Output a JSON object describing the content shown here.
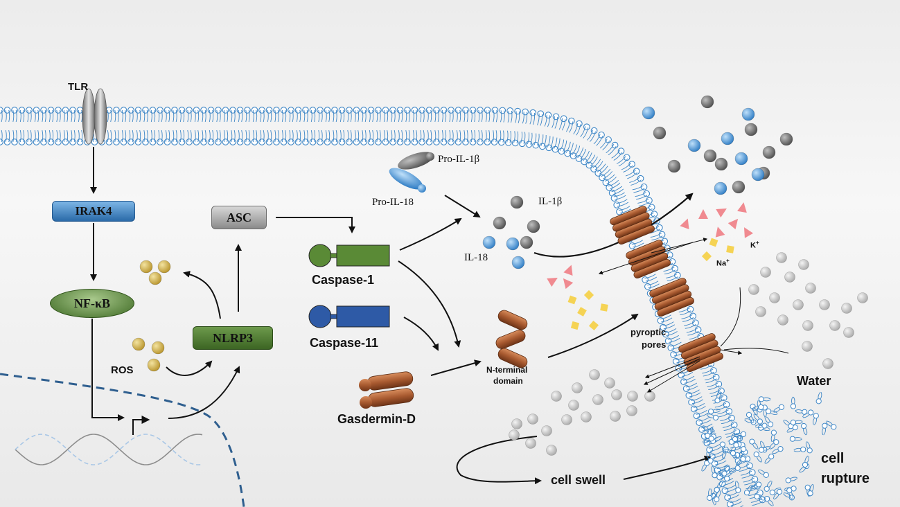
{
  "diagram": {
    "receptor": "TLR",
    "adaptor_irak4": "IRAK4",
    "transcription_factor": "NF-κB",
    "asc": "ASC",
    "nlrp3": "NLRP3",
    "ros": "ROS",
    "caspase1": "Caspase-1",
    "caspase11": "Caspase-11",
    "gasdermin": "Gasdermin-D",
    "n_terminal": [
      "N-terminal",
      "domain"
    ],
    "pro_il1b": "Pro-IL-1β",
    "pro_il18": "Pro-IL-18",
    "il1b": "IL-1β",
    "il18": "IL-18",
    "pores": [
      "pyroptic",
      "pores"
    ],
    "potassium": "K",
    "potassium_sup": "+",
    "sodium": "Na",
    "sodium_sup": "+",
    "water": "Water",
    "cell_swell": "cell swell",
    "cell_rupture": [
      "cell",
      "rupture"
    ]
  },
  "colors": {
    "membrane": "#3d86c6",
    "irak4": "#2f73b8",
    "green": "#4a7a2f",
    "caspase1": "#5a8a36",
    "caspase11": "#2e5aa6",
    "asc": "#9a9a9a",
    "gasdermin": "#a55a30",
    "ros": "#c9a93a",
    "il1b": "#6e6e6e",
    "il18": "#3d8bd0",
    "potassium": "#f08a90",
    "sodium": "#f5d354",
    "dna": "#888888"
  },
  "icons": [
    "tlr-receptor-icon",
    "dna-helix-icon",
    "promoter-arrow-icon",
    "pore-icon",
    "water-molecule-icon"
  ]
}
